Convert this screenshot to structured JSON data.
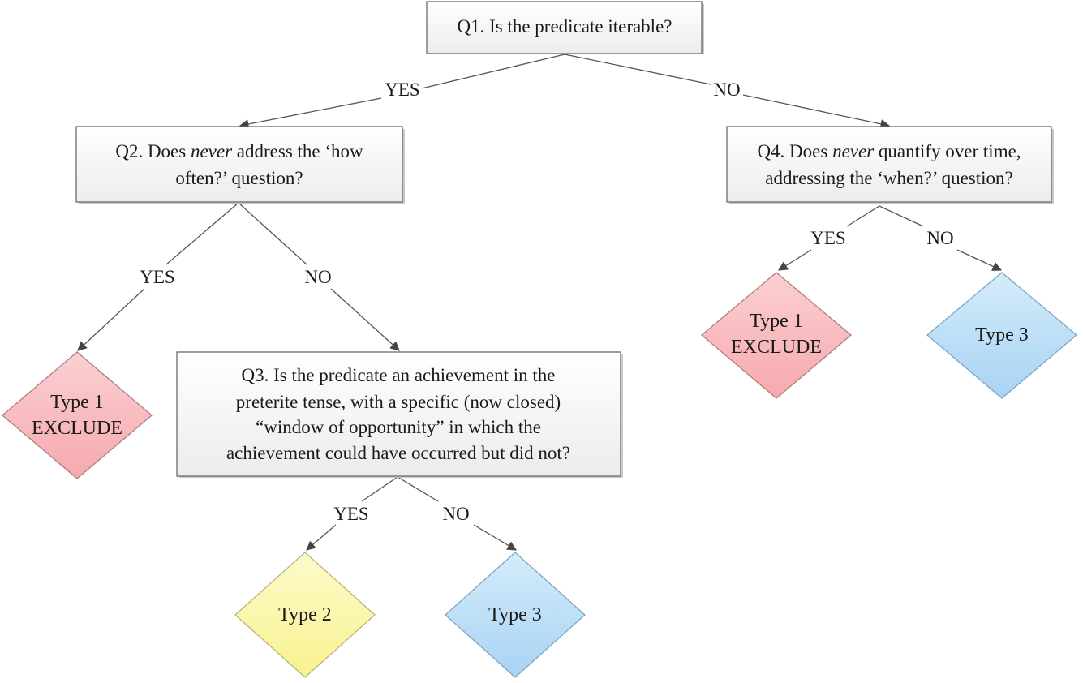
{
  "questions": {
    "q1": {
      "line1": "Q1. Is the predicate iterable?"
    },
    "q2": {
      "line1_pre": "Q2. Does ",
      "line1_em": "never",
      "line1_post": " address the ‘how",
      "line2": "often?’ question?"
    },
    "q3": {
      "line1": "Q3. Is the predicate an achievement in the",
      "line2": "preterite tense, with a specific (now closed)",
      "line3": "“window of opportunity” in which the",
      "line4": "achievement could have occurred but did not?"
    },
    "q4": {
      "line1_pre": "Q4. Does ",
      "line1_em": "never",
      "line1_post": " quantify over time,",
      "line2": "addressing the ‘when?’ question?"
    }
  },
  "edges": {
    "q1_yes": "YES",
    "q1_no": "NO",
    "q2_yes": "YES",
    "q2_no": "NO",
    "q3_yes": "YES",
    "q3_no": "NO",
    "q4_yes": "YES",
    "q4_no": "NO"
  },
  "outcomes": {
    "q2_yes": {
      "line1": "Type 1",
      "line2": "EXCLUDE"
    },
    "q3_yes": {
      "line1": "Type 2"
    },
    "q3_no": {
      "line1": "Type 3"
    },
    "q4_yes": {
      "line1": "Type 1",
      "line2": "EXCLUDE"
    },
    "q4_no": {
      "line1": "Type 3"
    }
  },
  "colors": {
    "exclude": "#f8b7bb",
    "type2": "#fbf7a8",
    "type3": "#b9dcf6",
    "box": "#f2f2f2"
  }
}
